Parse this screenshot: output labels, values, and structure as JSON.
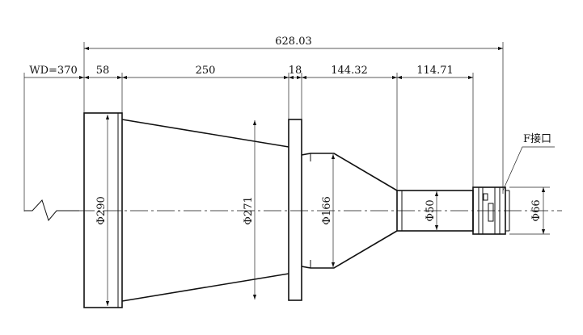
{
  "dimensions": {
    "overall": "628.03",
    "wd": "WD=370",
    "d58": "58",
    "d250": "250",
    "d18": "18",
    "d144": "144.32",
    "d114": "114.71"
  },
  "diameters": {
    "d290": "Φ290",
    "d271": "Φ271",
    "d166": "Φ166",
    "d50": "Φ50",
    "d66": "Φ66"
  },
  "callout": {
    "f_mount": "F接口"
  }
}
